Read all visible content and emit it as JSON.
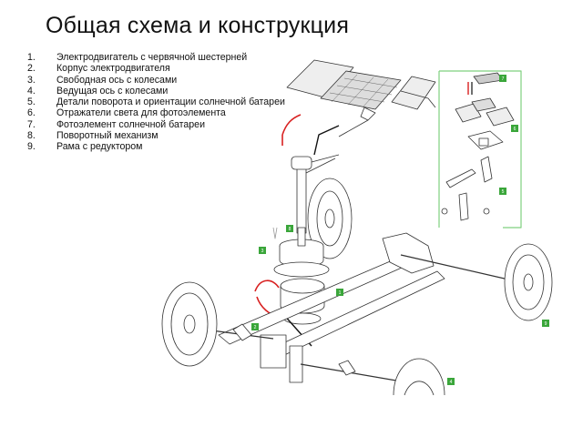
{
  "slide": {
    "title": "Общая схема и конструкция"
  },
  "legend": [
    {
      "num": "1.",
      "text": "Электродвигатель с червячной шестерней"
    },
    {
      "num": "2.",
      "text": "Корпус электродвигателя"
    },
    {
      "num": "3.",
      "text": "Свободная ось с колесами"
    },
    {
      "num": "4.",
      "text": "Ведущая ось с колесами"
    },
    {
      "num": "5.",
      "text": "Детали поворота и ориентации солнечной батареи"
    },
    {
      "num": "6.",
      "text": "Отражатели света для фотоэлемента"
    },
    {
      "num": "7.",
      "text": "Фотоэлемент солнечной батареи"
    },
    {
      "num": "8.",
      "text": "Поворотный механизм"
    },
    {
      "num": "9.",
      "text": "Рама с редуктором"
    }
  ],
  "badges": {
    "b7": "7",
    "b6": "6",
    "b5": "5",
    "b8": "8",
    "b3": "3",
    "b1": "1",
    "b2": "2",
    "b9": "9",
    "b4": "4"
  },
  "colors": {
    "badge": "#3aa63a",
    "inset_frame": "#7fd07f",
    "wire_red": "#d82020",
    "line": "#333333"
  }
}
